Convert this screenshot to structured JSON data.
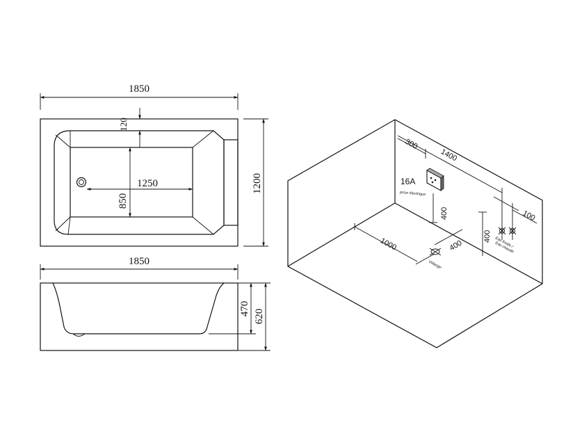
{
  "top_view": {
    "overall_width": "1850",
    "rim_width": "120",
    "inner_width": "1250",
    "inner_depth": "850",
    "overall_depth": "1200"
  },
  "side_view": {
    "overall_width": "1850",
    "inner_height": "470",
    "overall_height": "620"
  },
  "iso_view": {
    "dim_300": "300",
    "dim_1400": "1400",
    "dim_100": "100",
    "dim_1000": "1000",
    "dim_400_drain": "400",
    "dim_400_socket": "400",
    "dim_400_water": "400",
    "socket_rating": "16A",
    "socket_label": "prise électrique",
    "water_label_1": "Eau froide /",
    "water_label_2": "Eau chaude",
    "drain_label": "Vidange"
  }
}
